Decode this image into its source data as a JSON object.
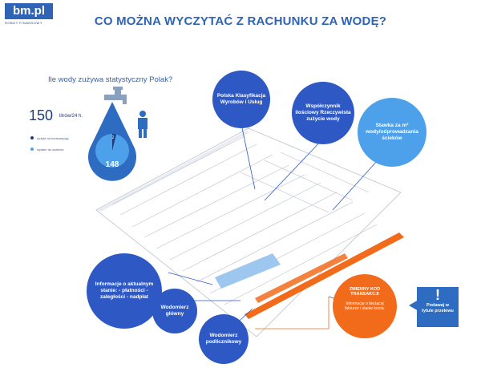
{
  "header": {
    "logo": "bm.pl",
    "logo_sub": "ROBOT FINANSOWY",
    "title": "CO MOŻNA WYCZYTAĆ Z RACHUNKU ZA WODĘ?"
  },
  "stats": {
    "question": "Ile wody zużywa statystyczny Polak?",
    "amount": "150",
    "unit": "litrów/24 h.",
    "legend": [
      "zużyte na konsumpcję",
      "wylane do ścieków"
    ],
    "drop_small": "2",
    "drop_big": "148"
  },
  "callouts": {
    "pkwiu": "Polska Klasyfikacja Wyrobów i Usług",
    "wspolczynnik": "Współczynnik ilościowy Rzeczywista zużycie wody",
    "stawka": "Stawka za m³ wody/odprowadzania ścieków",
    "informacje": "Informacje o aktualnym stanie: - płatności - zaległości - nadpłat",
    "wodomierz_glowny": "Wodomierz główny",
    "wodomierz_podlicznikowy": "Wodomierz podlicznikowy",
    "zmienny_title": "ZMIENNY KOD TRANSAKCJI",
    "zmienny_desc": "Informacje o bieżącej fakturze i stanie konta.",
    "warning_mark": "!",
    "podawaj": "Podawaj w tytule przelewu"
  },
  "colors": {
    "dark_blue": "#2e59c4",
    "light_blue": "#4da0ea",
    "orange": "#f26b1b",
    "title_blue": "#2e64b8"
  }
}
